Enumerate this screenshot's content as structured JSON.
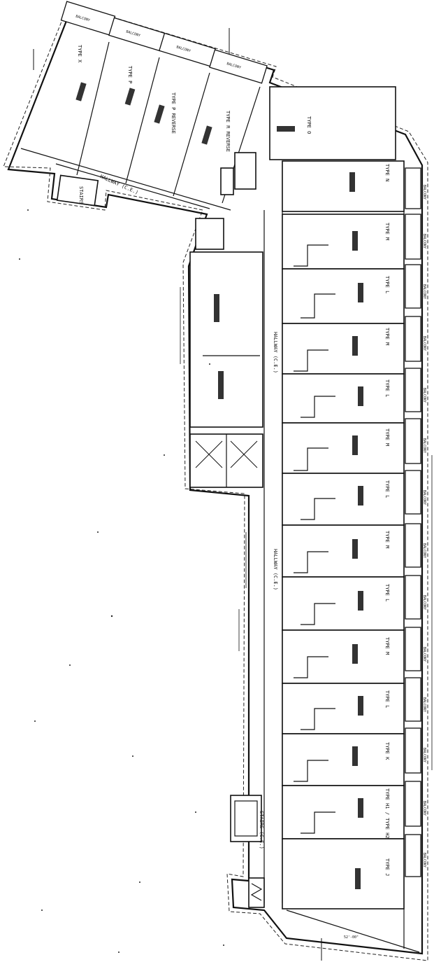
{
  "plan": {
    "balcony_label": "BALCONY",
    "hallways": {
      "main_top": "HALLWAY (C.E.)",
      "main_bottom": "HALLWAY (C.E.)",
      "wing": "HALLWAY (C.E.)"
    },
    "stairs": {
      "top": "STAIRS",
      "bottom": "STAIRS (C.E.)"
    },
    "units_right": [
      {
        "label": "TYPE O"
      },
      {
        "label": "TYPE N"
      },
      {
        "label": "TYPE M"
      },
      {
        "label": "TYPE L"
      },
      {
        "label": "TYPE M"
      },
      {
        "label": "TYPE L"
      },
      {
        "label": "TYPE M"
      },
      {
        "label": "TYPE L"
      },
      {
        "label": "TYPE M"
      },
      {
        "label": "TYPE L"
      },
      {
        "label": "TYPE M"
      },
      {
        "label": "TYPE L"
      },
      {
        "label": "TYPE K"
      },
      {
        "label": "TYPE H1 / TYPE H2"
      },
      {
        "label": "TYPE J"
      }
    ],
    "units_wing": [
      {
        "label": "TYPE X"
      },
      {
        "label": "TYPE P"
      },
      {
        "label": "TYPE P REVERSE"
      },
      {
        "label": "TYPE R REVERSE"
      }
    ],
    "dimension_bottom": "52'-00\""
  }
}
